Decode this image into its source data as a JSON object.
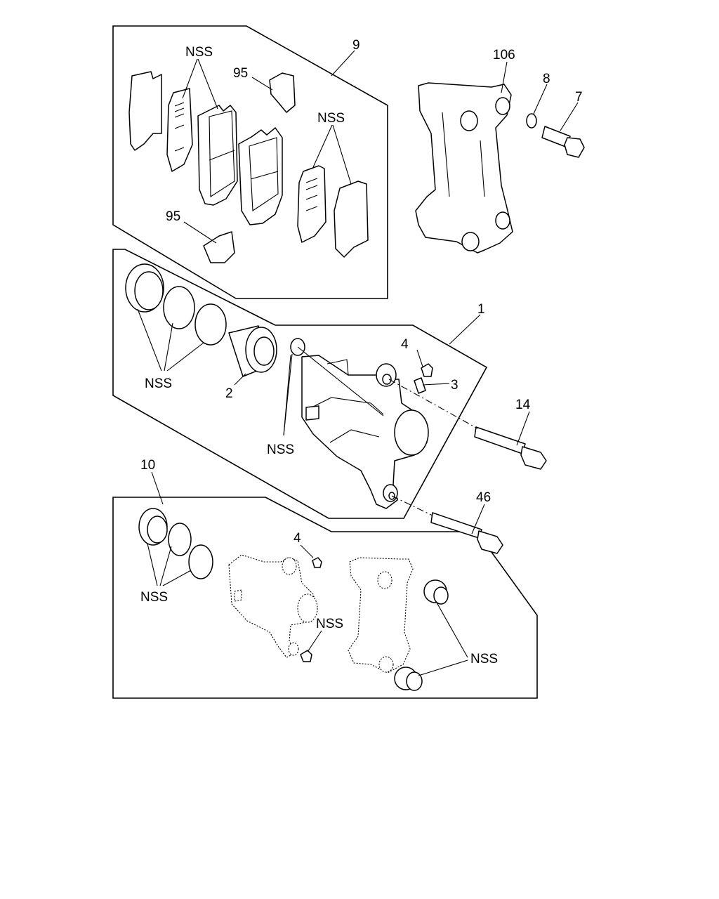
{
  "labels": {
    "kit_pads": "9",
    "bracket": "106",
    "washer": "8",
    "bolt_bracket": "7",
    "nss_pads": "NSS",
    "shim_upper": "95",
    "nss_pads_right": "NSS",
    "shim_lower": "95",
    "caliper": "1",
    "bleeder_cap": "4",
    "bleeder_screw": "3",
    "bolt_upper": "14",
    "piston": "2",
    "nss_seals": "NSS",
    "nss_boots": "NSS",
    "bolt_lower": "46",
    "kit_seal": "10",
    "cap_kit": "4",
    "nss_kit_seals": "NSS",
    "nss_kit_boot": "NSS",
    "nss_kit_bushings": "NSS"
  }
}
